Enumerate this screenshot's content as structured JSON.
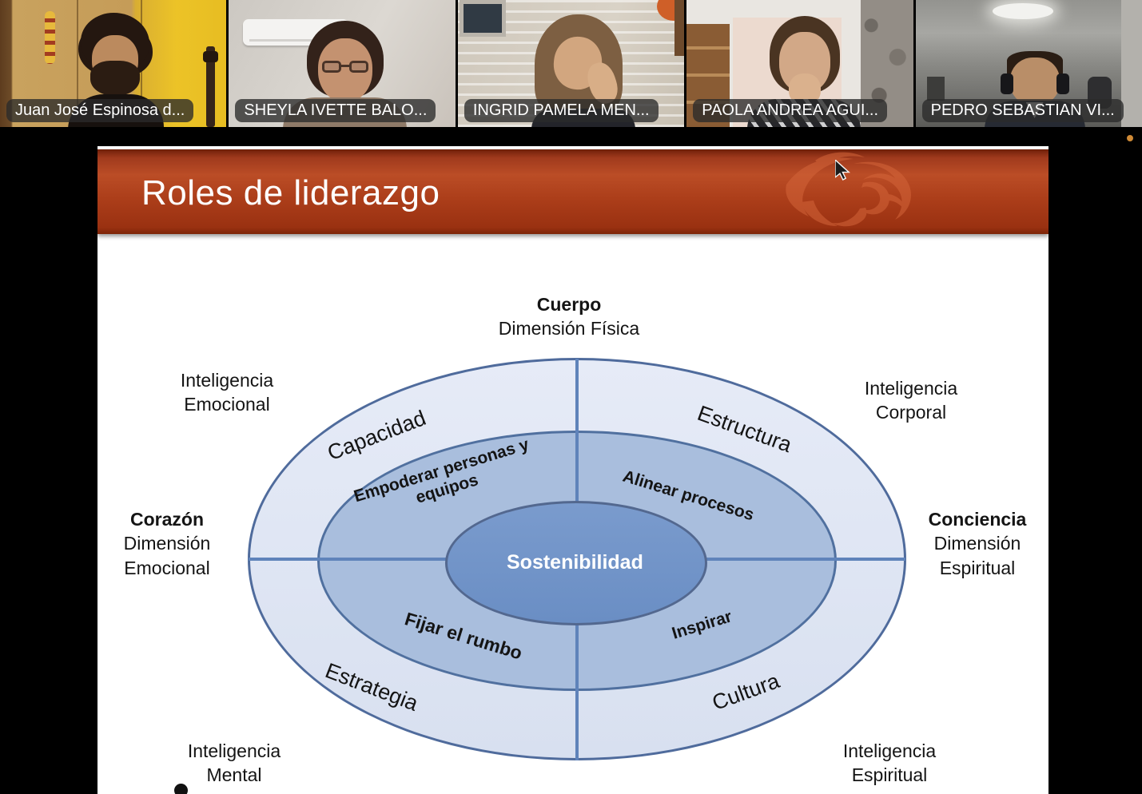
{
  "participants": [
    {
      "name": "Juan José Espinosa d..."
    },
    {
      "name": "SHEYLA IVETTE BALO..."
    },
    {
      "name": "INGRID PAMELA MEN..."
    },
    {
      "name": "PAOLA ANDREA AGUI..."
    },
    {
      "name": "PEDRO SEBASTIAN VI..."
    }
  ],
  "slide": {
    "title": "Roles de liderazgo",
    "banner_color": "#b04120",
    "diagram": {
      "center_label": "Sostenibilidad",
      "axes": {
        "top": {
          "name": "Cuerpo",
          "dim": "Dimensión Física"
        },
        "left": {
          "name": "Corazón",
          "dim1": "Dimensión",
          "dim2": "Emocional"
        },
        "right": {
          "name": "Conciencia",
          "dim1": "Dimensión",
          "dim2": "Espiritual"
        }
      },
      "intelligences": {
        "top_left": {
          "line1": "Inteligencia",
          "line2": "Emocional"
        },
        "top_right": {
          "line1": "Inteligencia",
          "line2": "Corporal"
        },
        "bottom_left": {
          "line1": "Inteligencia",
          "line2": "Mental"
        },
        "bottom_right": {
          "line1": "Inteligencia",
          "line2": "Espiritual"
        }
      },
      "outer_ring": {
        "top_left": "Capacidad",
        "top_right": "Estructura",
        "bottom_left": "Estrategia",
        "bottom_right": "Cultura"
      },
      "middle_ring": {
        "top_left_line1": "Empoderar personas y",
        "top_left_line2": "equipos",
        "top_right": "Alinear procesos",
        "bottom_left": "Fijar el rumbo",
        "bottom_right": "Inspirar"
      },
      "colors": {
        "outer_fill": "#dce4f2",
        "middle_fill": "#a9bedd",
        "inner_fill": "#7094c8",
        "ring_border": "#4f6b9c",
        "divider": "#5f83ba"
      }
    }
  }
}
